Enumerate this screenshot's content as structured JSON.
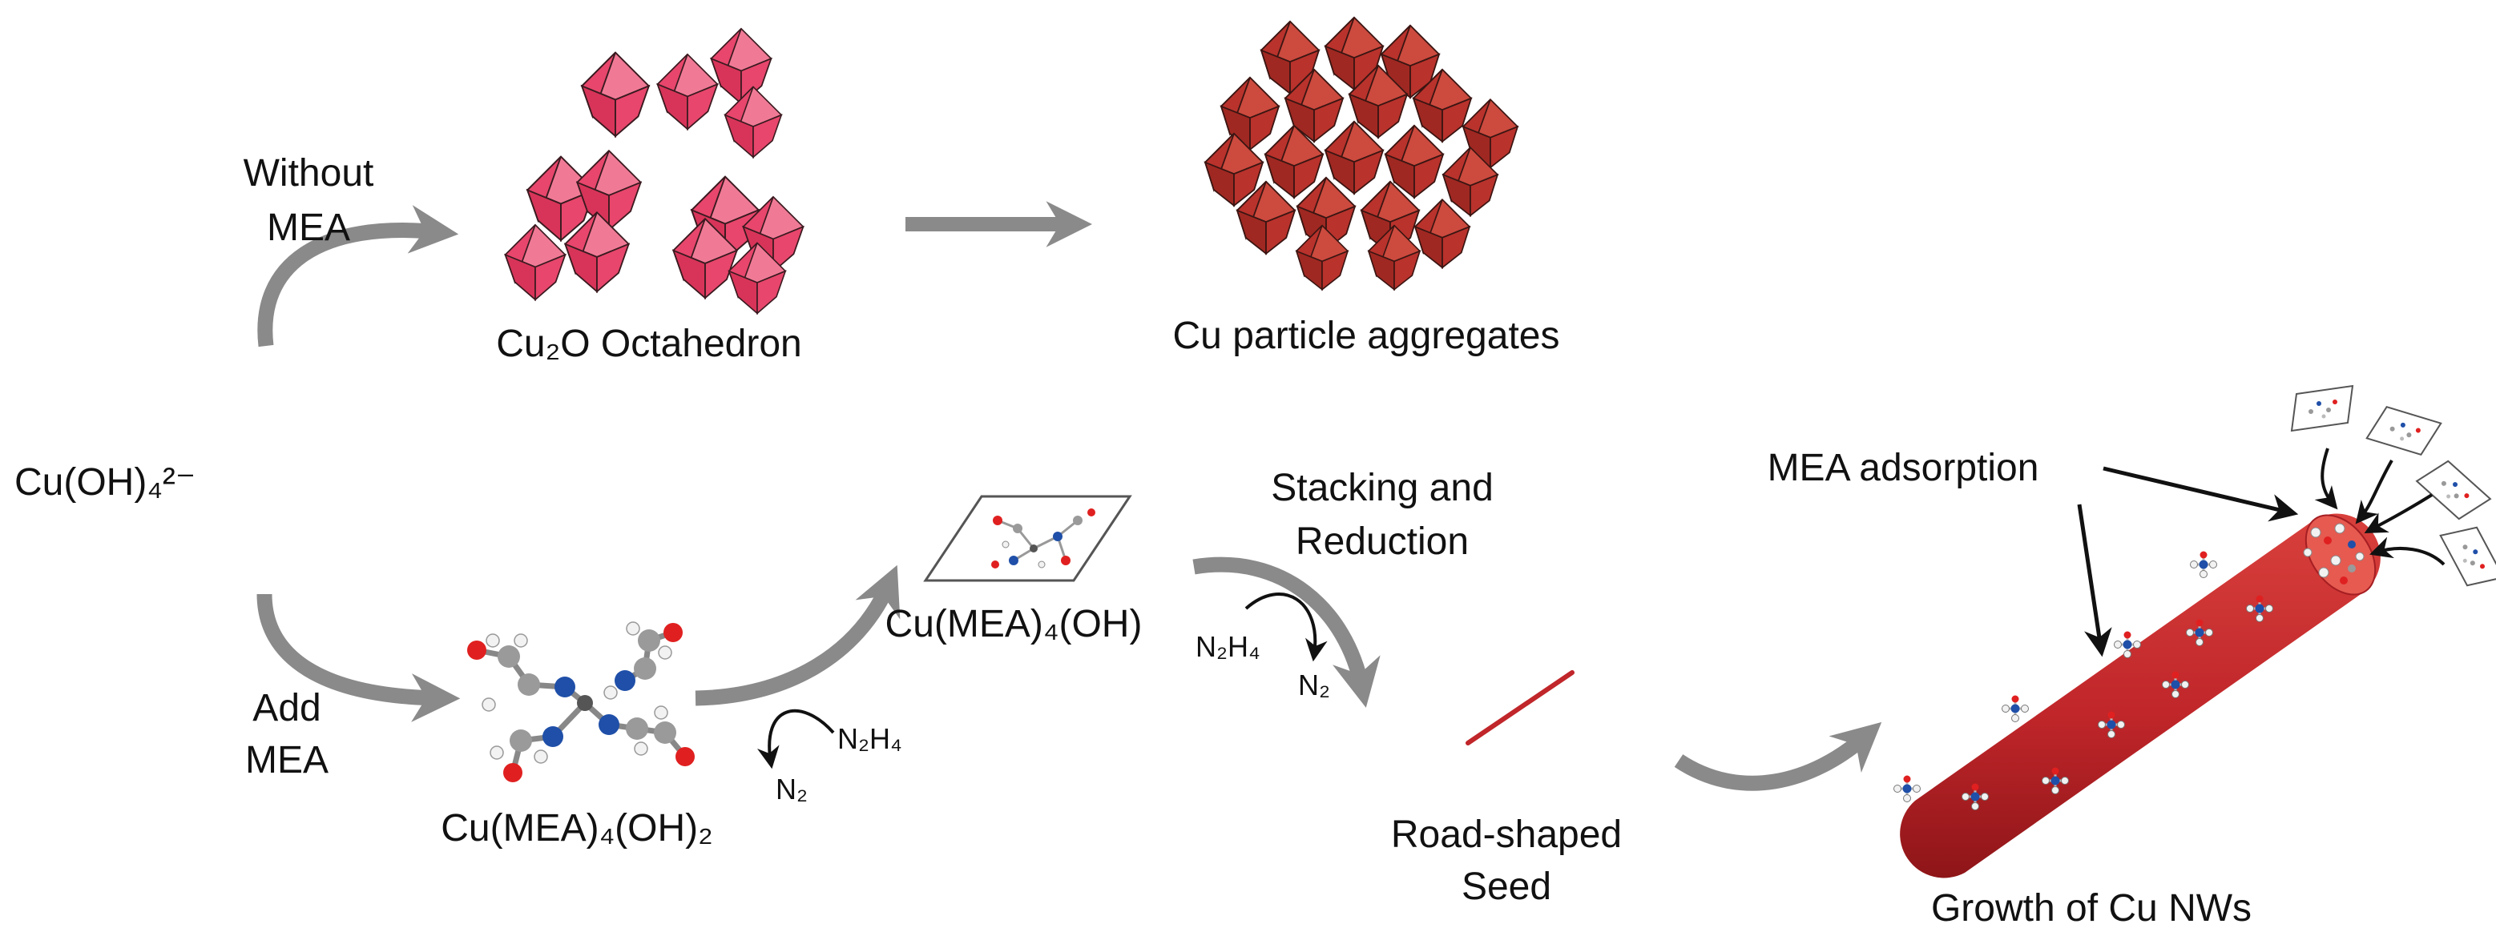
{
  "labels": {
    "without_mea_line1": "Without",
    "without_mea_line2": "MEA",
    "cu2o": "Cu₂O Octahedron",
    "cu_aggregates": "Cu particle aggregates",
    "cu_oh4": "Cu(OH)₄²⁻",
    "add_mea_line1": "Add",
    "add_mea_line2": "MEA",
    "cu_mea4_oh2": "Cu(MEA)₄(OH)₂",
    "n2h4_a": "N₂H₄",
    "n2_a": "N₂",
    "cu_mea4_oh": "Cu(MEA)₄(OH)",
    "stacking_line1": "Stacking and",
    "stacking_line2": "Reduction",
    "n2h4_b": "N₂H₄",
    "n2_b": "N₂",
    "seed_line1": "Road-shaped",
    "seed_line2": "Seed",
    "mea_adsorption": "MEA adsorption",
    "growth": "Growth of Cu NWs"
  },
  "colors": {
    "arrow_gray": "#8a8a8a",
    "cu2o_pink": "#e8466c",
    "cu_red": "#b9322c",
    "nanowire_red": "#c0262a",
    "atom_carbon": "#9a9a9a",
    "atom_nitrogen": "#1f4fa8",
    "atom_oxygen": "#e02020",
    "atom_hydrogen": "#f2f2f2",
    "atom_copper": "#555555"
  },
  "icons": [
    "curved-arrow",
    "straight-arrow",
    "octahedron-crystal",
    "molecule-ball-and-stick",
    "molecule-plane",
    "nanowire-rod"
  ]
}
